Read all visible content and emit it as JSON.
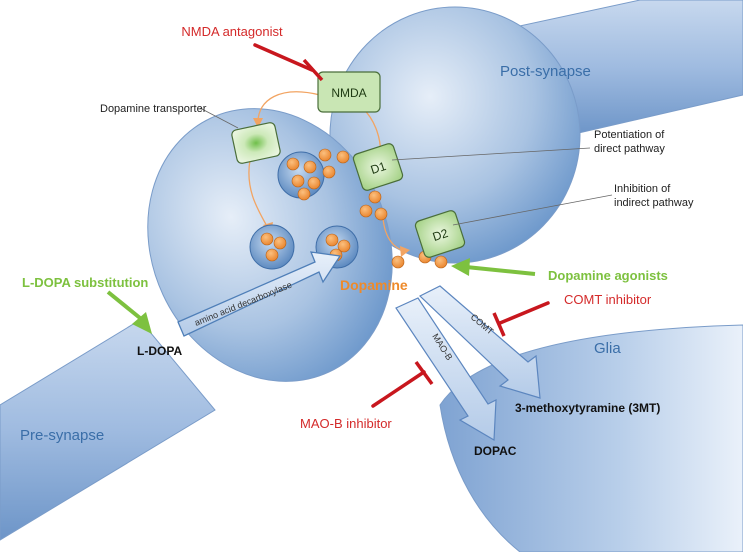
{
  "labels": {
    "nmda_antagonist": "NMDA antagonist",
    "nmda": "NMDA",
    "post_synapse": "Post-synapse",
    "pre_synapse": "Pre-synapse",
    "dopamine_transporter": "Dopamine transporter",
    "potentiation_line1": "Potentiation of",
    "potentiation_line2": "direct pathway",
    "inhibition_line1": "Inhibition of",
    "inhibition_line2": "indirect pathway",
    "d1": "D1",
    "d2": "D2",
    "dopamine_agonists": "Dopamine agonists",
    "dopamine": "Dopamine",
    "l_dopa_substitution": "L-DOPA substitution",
    "l_dopa": "L-DOPA",
    "amino_acid_decarboxylase": "amino acid decarboxylase",
    "comt_inhibitor": "COMT inhibitor",
    "comt": "COMT",
    "mao_b": "MAO-B",
    "mao_b_inhibitor": "MAO-B inhibitor",
    "glia": "Glia",
    "three_mt": "3-methoxytyramine (3MT)",
    "dopac": "DOPAC"
  },
  "colors": {
    "red": "#c8171e",
    "green": "#7dc13f",
    "orange": "#ee8a2a",
    "blue_light": "#d7e4f3",
    "blue_dark": "#4f7fb8",
    "receptor_fill": "#c9e6b4",
    "receptor_stroke": "#4a6e3a"
  }
}
